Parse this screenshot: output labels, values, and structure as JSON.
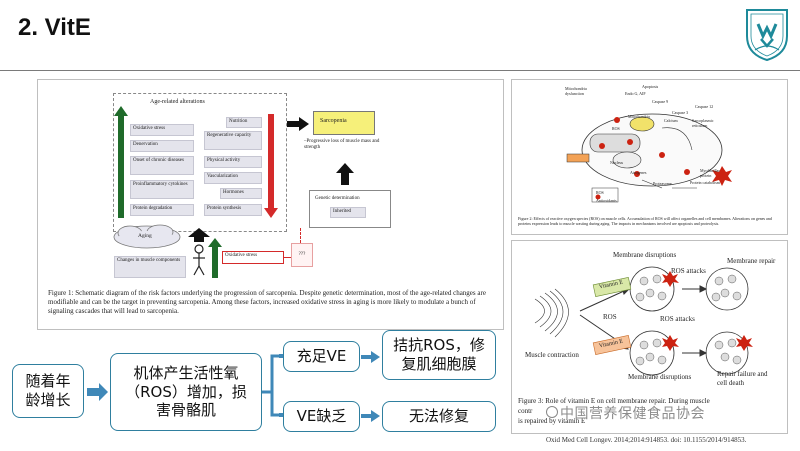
{
  "slide": {
    "title": "2. VitE"
  },
  "figure1": {
    "header": "Age-related alterations",
    "left_items": [
      "Oxidative stress",
      "Denervation",
      "Onset of chronic diseases",
      "Proinflammatory cytokines",
      "Protein degradation"
    ],
    "right_items": [
      "Nutrition",
      "Regenerative capacity",
      "Physical activity",
      "Vascularization",
      "Hormones",
      "Protein synthesis"
    ],
    "sarcopenia": "Sarcopenia",
    "sarcopenia_desc": "–Progressive loss of muscle mass and strength",
    "genetic_title": "Genetic determination",
    "inherited": "Inherited",
    "aging": "Aging",
    "changes": "Changes in muscle components",
    "oxidative": "Oxidative stress",
    "question": "???",
    "caption": "Figure 1: Schematic diagram of the risk factors underlying the progression of sarcopenia. Despite genetic determination, most of the age-related changes are modifiable and can be the target in preventing sarcopenia. Among these factors, increased oxidative stress in aging is more likely to modulate a bunch of signaling cascades that will lead to sarcopenia."
  },
  "figure_right_top": {
    "labels": [
      "Mitochondria dysfunction",
      "Apoptosis",
      "Endo G, AIF",
      "Caspase 9",
      "Caspase 3",
      "Caspase 12",
      "Mitochondria",
      "Calcium",
      "Sarcoplasmic reticulum",
      "ROS",
      "Nucleus",
      "Atrogenes",
      "Proteasome",
      "Myofibrillar protein",
      "Protein catabolism",
      "ROS",
      "Antioxidants"
    ],
    "caption": "Figure 2: Effects of reactive oxygen species (ROS) on muscle cells. Accumulation of ROS will affect organelles and cell membranes. Alterations on genes and proteins expression leads to muscle wasting during aging. The impacts in mechanisms involved are apoptosis and proteolysis."
  },
  "figure_right_bottom": {
    "membrane_disruptions_top": "Membrane disruptions",
    "ros_attacks_1": "ROS attacks",
    "membrane_repair": "Membrane repair",
    "vitamin_e_1": "Vitamin E",
    "ros": "ROS",
    "ros_attacks_2": "ROS attacks",
    "muscle_contraction": "Muscle contraction",
    "vitamin_e_2": "Vitamin E",
    "membrane_disruptions_bottom": "Membrane disruptions",
    "repair_failure": "Repair failure and cell death",
    "caption_1": "Figure 3: Role of vitamin E on cell membrane repair. During muscle",
    "caption_2": "contr",
    "caption_3": "is repaired by vitamin E",
    "watermark": "中国营养保健食品协会"
  },
  "flow": {
    "box1": "随着年龄增长",
    "box2": "机体产生活性氧（ROS）增加，损害骨骼肌",
    "box3": "充足VE",
    "box4": "拮抗ROS，修复肌细胞膜",
    "box5": "VE缺乏",
    "box6": "无法修复"
  },
  "source": "Oxid Med Cell Longev. 2014;2014:914853. doi: 10.1155/2014/914853.",
  "colors": {
    "flow_border": "#2f7f9f",
    "flow_arrow": "#3f88b8",
    "green_arrow": "#1f6b2a",
    "red_arrow": "#d42a2a",
    "sarcopenia_yellow": "#f6f07a",
    "logo_teal": "#1e8a9a"
  }
}
